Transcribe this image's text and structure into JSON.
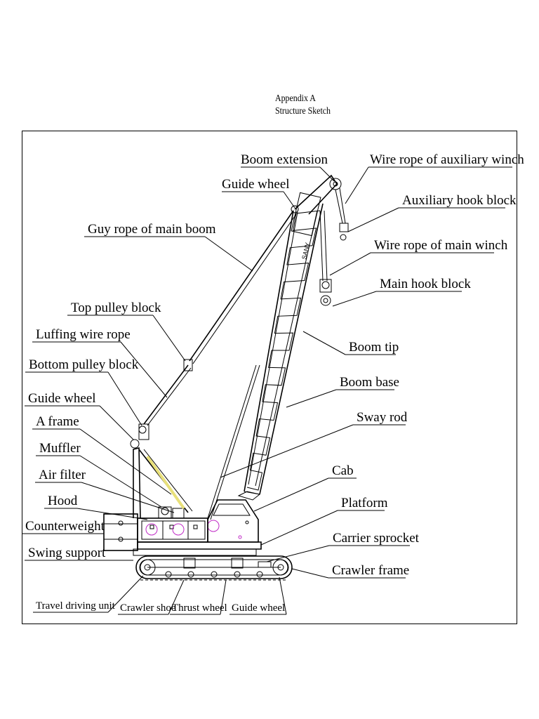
{
  "header": {
    "appendix": "Appendix A",
    "subtitle": "Structure Sketch"
  },
  "labels": {
    "boom_extension": "Boom extension",
    "wire_rope_aux_winch": "Wire rope of auxiliary winch",
    "guide_wheel_top": "Guide wheel",
    "auxiliary_hook_block": "Auxiliary hook block",
    "guy_rope_main_boom": "Guy rope of main boom",
    "wire_rope_main_winch": "Wire rope of main winch",
    "main_hook_block": "Main hook block",
    "top_pulley_block": "Top pulley block",
    "luffing_wire_rope": "Luffing wire rope",
    "boom_tip": "Boom tip",
    "bottom_pulley_block": "Bottom pulley block",
    "boom_base": "Boom base",
    "guide_wheel_left": "Guide wheel",
    "a_frame": "A frame",
    "sway_rod": "Sway rod",
    "muffler": "Muffler",
    "cab": "Cab",
    "air_filter": "Air filter",
    "hood": "Hood",
    "platform": "Platform",
    "counterweight": "Counterweight",
    "carrier_sprocket": "Carrier sprocket",
    "swing_support": "Swing support",
    "crawler_frame": "Crawler frame",
    "travel_driving_unit": "Travel driving unit",
    "crawler_shoe": "Crawler shoe",
    "thrust_wheel": "Thrust wheel",
    "guide_wheel_bottom": "Guide wheel"
  },
  "colors": {
    "line": "#000000",
    "accent_circles": "#c02ac6",
    "a_frame_fill": "#e8e07a"
  }
}
